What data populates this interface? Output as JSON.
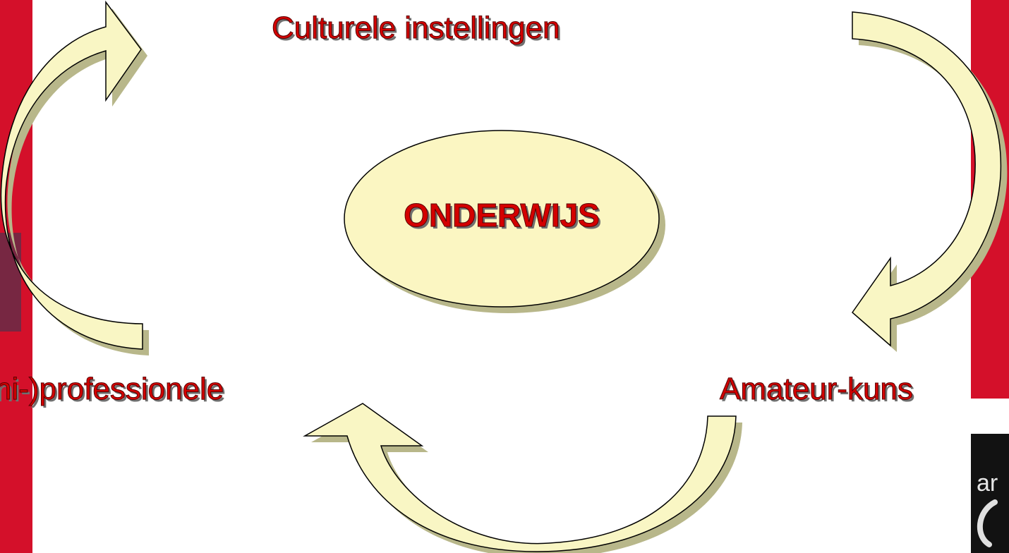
{
  "diagram": {
    "center_label": "ONDERWIJS",
    "nodes": {
      "top": "Culturele instellingen",
      "right": "Amateur-kuns",
      "left": "ni-)professionele"
    },
    "logo_fragment": "ar"
  },
  "colors": {
    "background": "#ffffff",
    "side_band": "#d4102a",
    "node_text": "#d40000",
    "shadow": "#707070",
    "ellipse_fill": "#fbf6c2",
    "arrow_fill": "#f9f6c4",
    "arrow_shadow": "#b8b78a",
    "logo_block": "#121212"
  }
}
